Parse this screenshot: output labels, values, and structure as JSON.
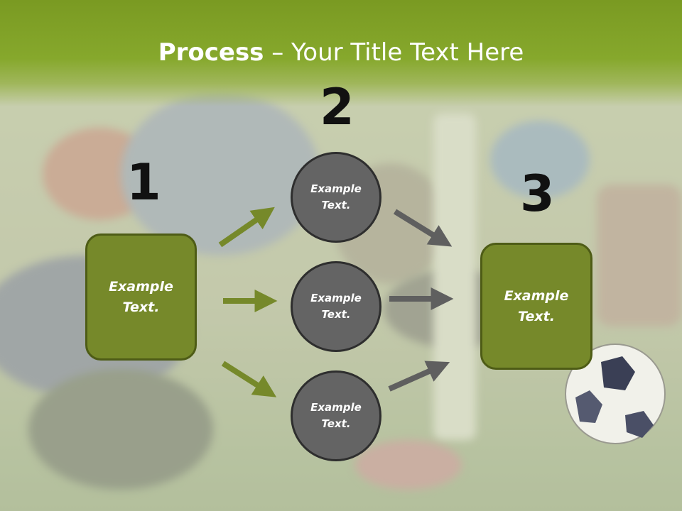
{
  "slide": {
    "title_bold": "Process",
    "title_rest": " – Your Title Text Here"
  },
  "steps": {
    "num1": "1",
    "num2": "2",
    "num3": "3"
  },
  "boxes": {
    "left": "Example\nText.",
    "right": "Example\nText."
  },
  "circles": {
    "top": "Example\nText.",
    "middle": "Example\nText.",
    "bottom": "Example\nText."
  },
  "colors": {
    "green_box": "#76892a",
    "green_arrow": "#76892a",
    "gray_circle": "#646464",
    "gray_arrow": "#5f5f5f",
    "title_band": "#7a9a22"
  }
}
